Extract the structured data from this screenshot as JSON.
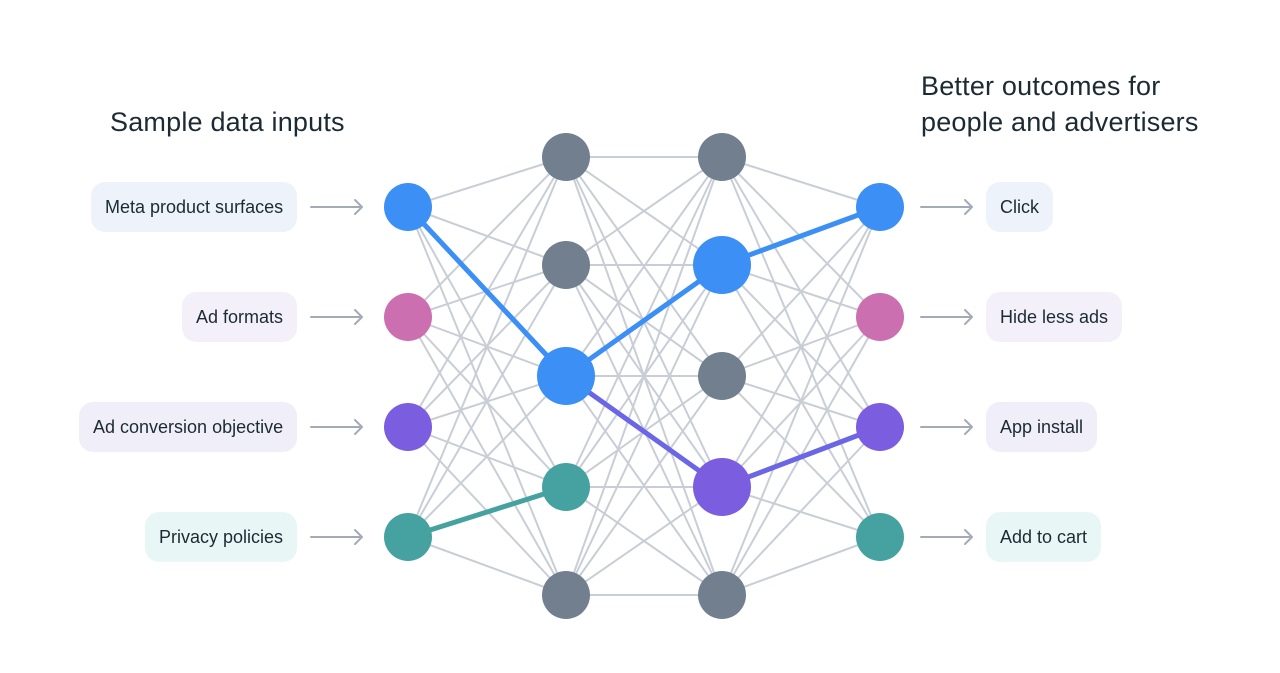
{
  "headings": {
    "inputs": "Sample data inputs",
    "outputs_line1": "Better outcomes for",
    "outputs_line2": "people and advertisers"
  },
  "inputs": [
    {
      "label": "Meta product surfaces",
      "color": "#3b8ff5",
      "bg": "#edf2fb"
    },
    {
      "label": "Ad formats",
      "color": "#cc6fb1",
      "bg": "#f3f0fa"
    },
    {
      "label": "Ad conversion objective",
      "color": "#7b5ee0",
      "bg": "#efeef9"
    },
    {
      "label": "Privacy policies",
      "color": "#46a2a1",
      "bg": "#e8f7f6"
    }
  ],
  "outputs": [
    {
      "label": "Click",
      "color": "#3b8ff5",
      "bg": "#edf2fb"
    },
    {
      "label": "Hide less ads",
      "color": "#cc6fb1",
      "bg": "#f3f0fa"
    },
    {
      "label": "App install",
      "color": "#7b5ee0",
      "bg": "#efeef9"
    },
    {
      "label": "Add to cart",
      "color": "#46a2a1",
      "bg": "#e8f7f6"
    }
  ],
  "hidden_layer_1": [
    {
      "color": "#717f8f",
      "emphasized": false
    },
    {
      "color": "#717f8f",
      "emphasized": false
    },
    {
      "color": "#3b8ff5",
      "emphasized": true
    },
    {
      "color": "#46a2a1",
      "emphasized": false
    },
    {
      "color": "#717f8f",
      "emphasized": false
    }
  ],
  "hidden_layer_2": [
    {
      "color": "#717f8f",
      "emphasized": false
    },
    {
      "color": "#3b8ff5",
      "emphasized": true
    },
    {
      "color": "#717f8f",
      "emphasized": false
    },
    {
      "color": "#7b5ee0",
      "emphasized": true
    },
    {
      "color": "#717f8f",
      "emphasized": false
    }
  ],
  "highlighted_paths": [
    {
      "color": "#3b8ff5",
      "route": [
        "input:0",
        "hidden1:2",
        "hidden2:1",
        "output:0"
      ]
    },
    {
      "color": "#6a66e6",
      "route": [
        "hidden1:2",
        "hidden2:3",
        "output:2"
      ]
    },
    {
      "color": "#46a2a1",
      "route": [
        "input:3",
        "hidden1:3"
      ]
    }
  ],
  "colors": {
    "edge": "#c9ced6",
    "arrow": "#a3abb6",
    "text": "#1c2b33"
  }
}
